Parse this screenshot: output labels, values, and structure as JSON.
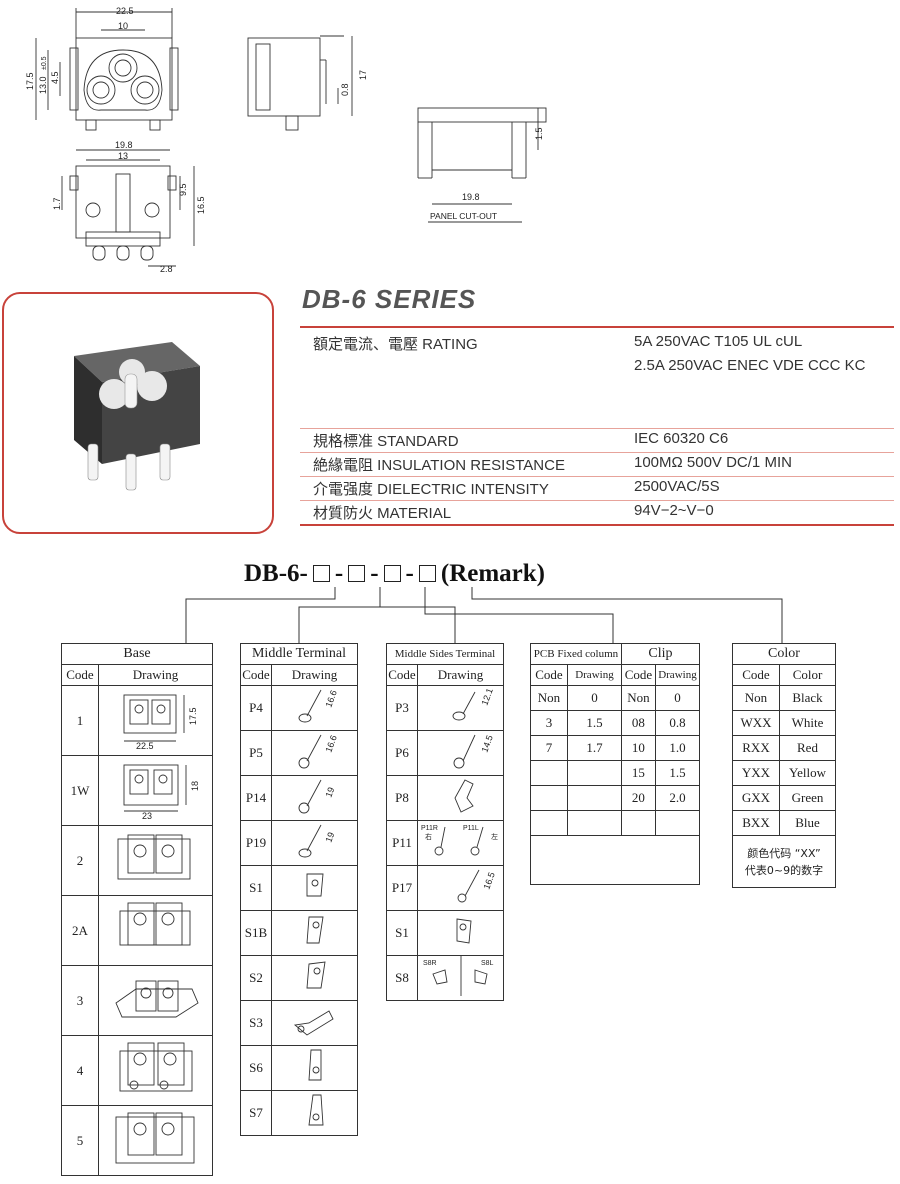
{
  "drawings": {
    "front_dims": [
      "22.5",
      "10",
      "17.5",
      "13.0",
      "±0.5",
      "4.5"
    ],
    "side_dims": [
      "0.8",
      "17"
    ],
    "bottom_dims": [
      "19.8",
      "13",
      "1.7",
      "9.5",
      "16.5",
      "2.8"
    ],
    "cutout_dims": [
      "1.5",
      "19.8"
    ],
    "cutout_label": "PANEL CUT-OUT"
  },
  "series": {
    "title": "DB-6 SERIES",
    "specs": [
      {
        "label": "額定電流、電壓 RATING",
        "value": "5A 250VAC T105 UL cUL",
        "value2": "2.5A 250VAC ENEC VDE CCC KC"
      },
      {
        "label": "規格標准 STANDARD",
        "value": "IEC 60320 C6"
      },
      {
        "label": "絶緣電阻 INSULATION RESISTANCE",
        "value": "100MΩ 500V DC/1 MIN"
      },
      {
        "label": "介電强度 DIELECTRIC INTENSITY",
        "value": "2500VAC/5S"
      },
      {
        "label": "材質防火 MATERIAL",
        "value": "94V−2~V−0"
      }
    ]
  },
  "order_code": {
    "prefix": "DB-6-",
    "sep": "-",
    "remark": "(Remark)"
  },
  "base": {
    "title": "Base",
    "col_code": "Code",
    "col_drawing": "Drawing",
    "rows": [
      {
        "code": "1",
        "dims": [
          "17.5",
          "22.5"
        ]
      },
      {
        "code": "1W",
        "dims": [
          "18",
          "23"
        ]
      },
      {
        "code": "2"
      },
      {
        "code": "2A"
      },
      {
        "code": "3"
      },
      {
        "code": "4"
      },
      {
        "code": "5"
      }
    ]
  },
  "middle_terminal": {
    "title": "Middle Terminal",
    "col_code": "Code",
    "col_drawing": "Drawing",
    "rows": [
      {
        "code": "P4",
        "dim": "16.6"
      },
      {
        "code": "P5",
        "dim": "16.6"
      },
      {
        "code": "P14",
        "dim": "19"
      },
      {
        "code": "P19",
        "dim": "19"
      },
      {
        "code": "S1"
      },
      {
        "code": "S1B"
      },
      {
        "code": "S2"
      },
      {
        "code": "S3"
      },
      {
        "code": "S6"
      },
      {
        "code": "S7"
      }
    ]
  },
  "middle_sides_terminal": {
    "title": "Middle Sides Terminal",
    "col_code": "Code",
    "col_drawing": "Drawing",
    "rows": [
      {
        "code": "P3",
        "dim": "12.1"
      },
      {
        "code": "P6",
        "dim": "14.5"
      },
      {
        "code": "P8"
      },
      {
        "code": "P11",
        "sub": [
          "P11R",
          "右",
          "P11L",
          "左"
        ]
      },
      {
        "code": "P17",
        "dim": "16.5"
      },
      {
        "code": "S1"
      },
      {
        "code": "S8",
        "sub": [
          "S8R",
          "S8L"
        ]
      }
    ]
  },
  "pcb_clip": {
    "pcb_title": "PCB Fixed column",
    "clip_title": "Clip",
    "cols": [
      "Code",
      "Drawing",
      "Code",
      "Drawing"
    ],
    "rows": [
      [
        "Non",
        "0",
        "Non",
        "0"
      ],
      [
        "3",
        "1.5",
        "08",
        "0.8"
      ],
      [
        "7",
        "1.7",
        "10",
        "1.0"
      ],
      [
        "",
        "",
        "15",
        "1.5"
      ],
      [
        "",
        "",
        "20",
        "2.0"
      ],
      [
        "",
        "",
        "",
        ""
      ]
    ]
  },
  "color": {
    "title": "Color",
    "cols": [
      "Code",
      "Color"
    ],
    "rows": [
      [
        "Non",
        "Black"
      ],
      [
        "WXX",
        "White"
      ],
      [
        "RXX",
        "Red"
      ],
      [
        "YXX",
        "Yellow"
      ],
      [
        "GXX",
        "Green"
      ],
      [
        "BXX",
        "Blue"
      ]
    ],
    "note1": "颜色代码 “XX”",
    "note2": "代表0~9的数字"
  }
}
